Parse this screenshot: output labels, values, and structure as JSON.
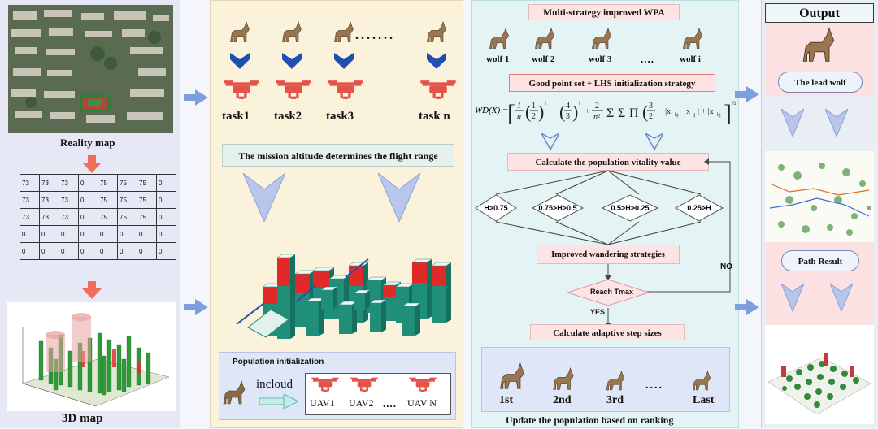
{
  "panel1": {
    "reality_map_label": "Reality map",
    "grid_rows": [
      [
        "73",
        "73",
        "73",
        "0",
        "75",
        "75",
        "75",
        "0"
      ],
      [
        "73",
        "73",
        "73",
        "0",
        "75",
        "75",
        "75",
        "0"
      ],
      [
        "73",
        "73",
        "73",
        "0",
        "75",
        "75",
        "75",
        "0"
      ],
      [
        "0",
        "0",
        "0",
        "0",
        "0",
        "0",
        "0",
        "0"
      ],
      [
        "0",
        "0",
        "0",
        "0",
        "0",
        "0",
        "0",
        "0"
      ]
    ],
    "map3d_label": "3D map"
  },
  "panel2": {
    "tasks": [
      "task1",
      "task2",
      "task3",
      "task n"
    ],
    "dots": ".......",
    "altitude_text": "The mission altitude determines the flight range",
    "pop_init_label": "Population initialization",
    "incloud_label": "incloud",
    "uavs": [
      "UAV1",
      "UAV2",
      "UAV N"
    ],
    "uav_dots": "...."
  },
  "panel3": {
    "title": "Multi-strategy improved WPA",
    "wolves": [
      "wolf 1",
      "wolf 2",
      "wolf 3",
      "wolf i"
    ],
    "wolf_dots": "....",
    "init_strategy": "Good point set + LHS initialization strategy",
    "formula_lhs": "WD(X) =",
    "vitality": "Calculate the population vitality value",
    "conditions": [
      "H>0.75",
      "0.75>H>0.5",
      "0.5>H>0.25",
      "0.25>H"
    ],
    "wandering": "Improved wandering strategies",
    "reach": "Reach Tmax",
    "no_label": "NO",
    "yes_label": "YES",
    "adaptive": "Calculate adaptive step sizes",
    "ranks": [
      "1st",
      "2nd",
      "3rd",
      "Last"
    ],
    "rank_dots": "....",
    "update": "Update the population based on ranking"
  },
  "panel4": {
    "output_title": "Output",
    "lead_wolf": "The lead wolf",
    "path_result": "Path Result"
  },
  "colors": {
    "arrow": "#7d9fdc",
    "pink_box": "#fde3e3",
    "red_drone": "#e4534a",
    "navy_chevron": "#1f4fb0",
    "teal_building": "#1f8f7a",
    "red_building": "#e02a2a"
  }
}
